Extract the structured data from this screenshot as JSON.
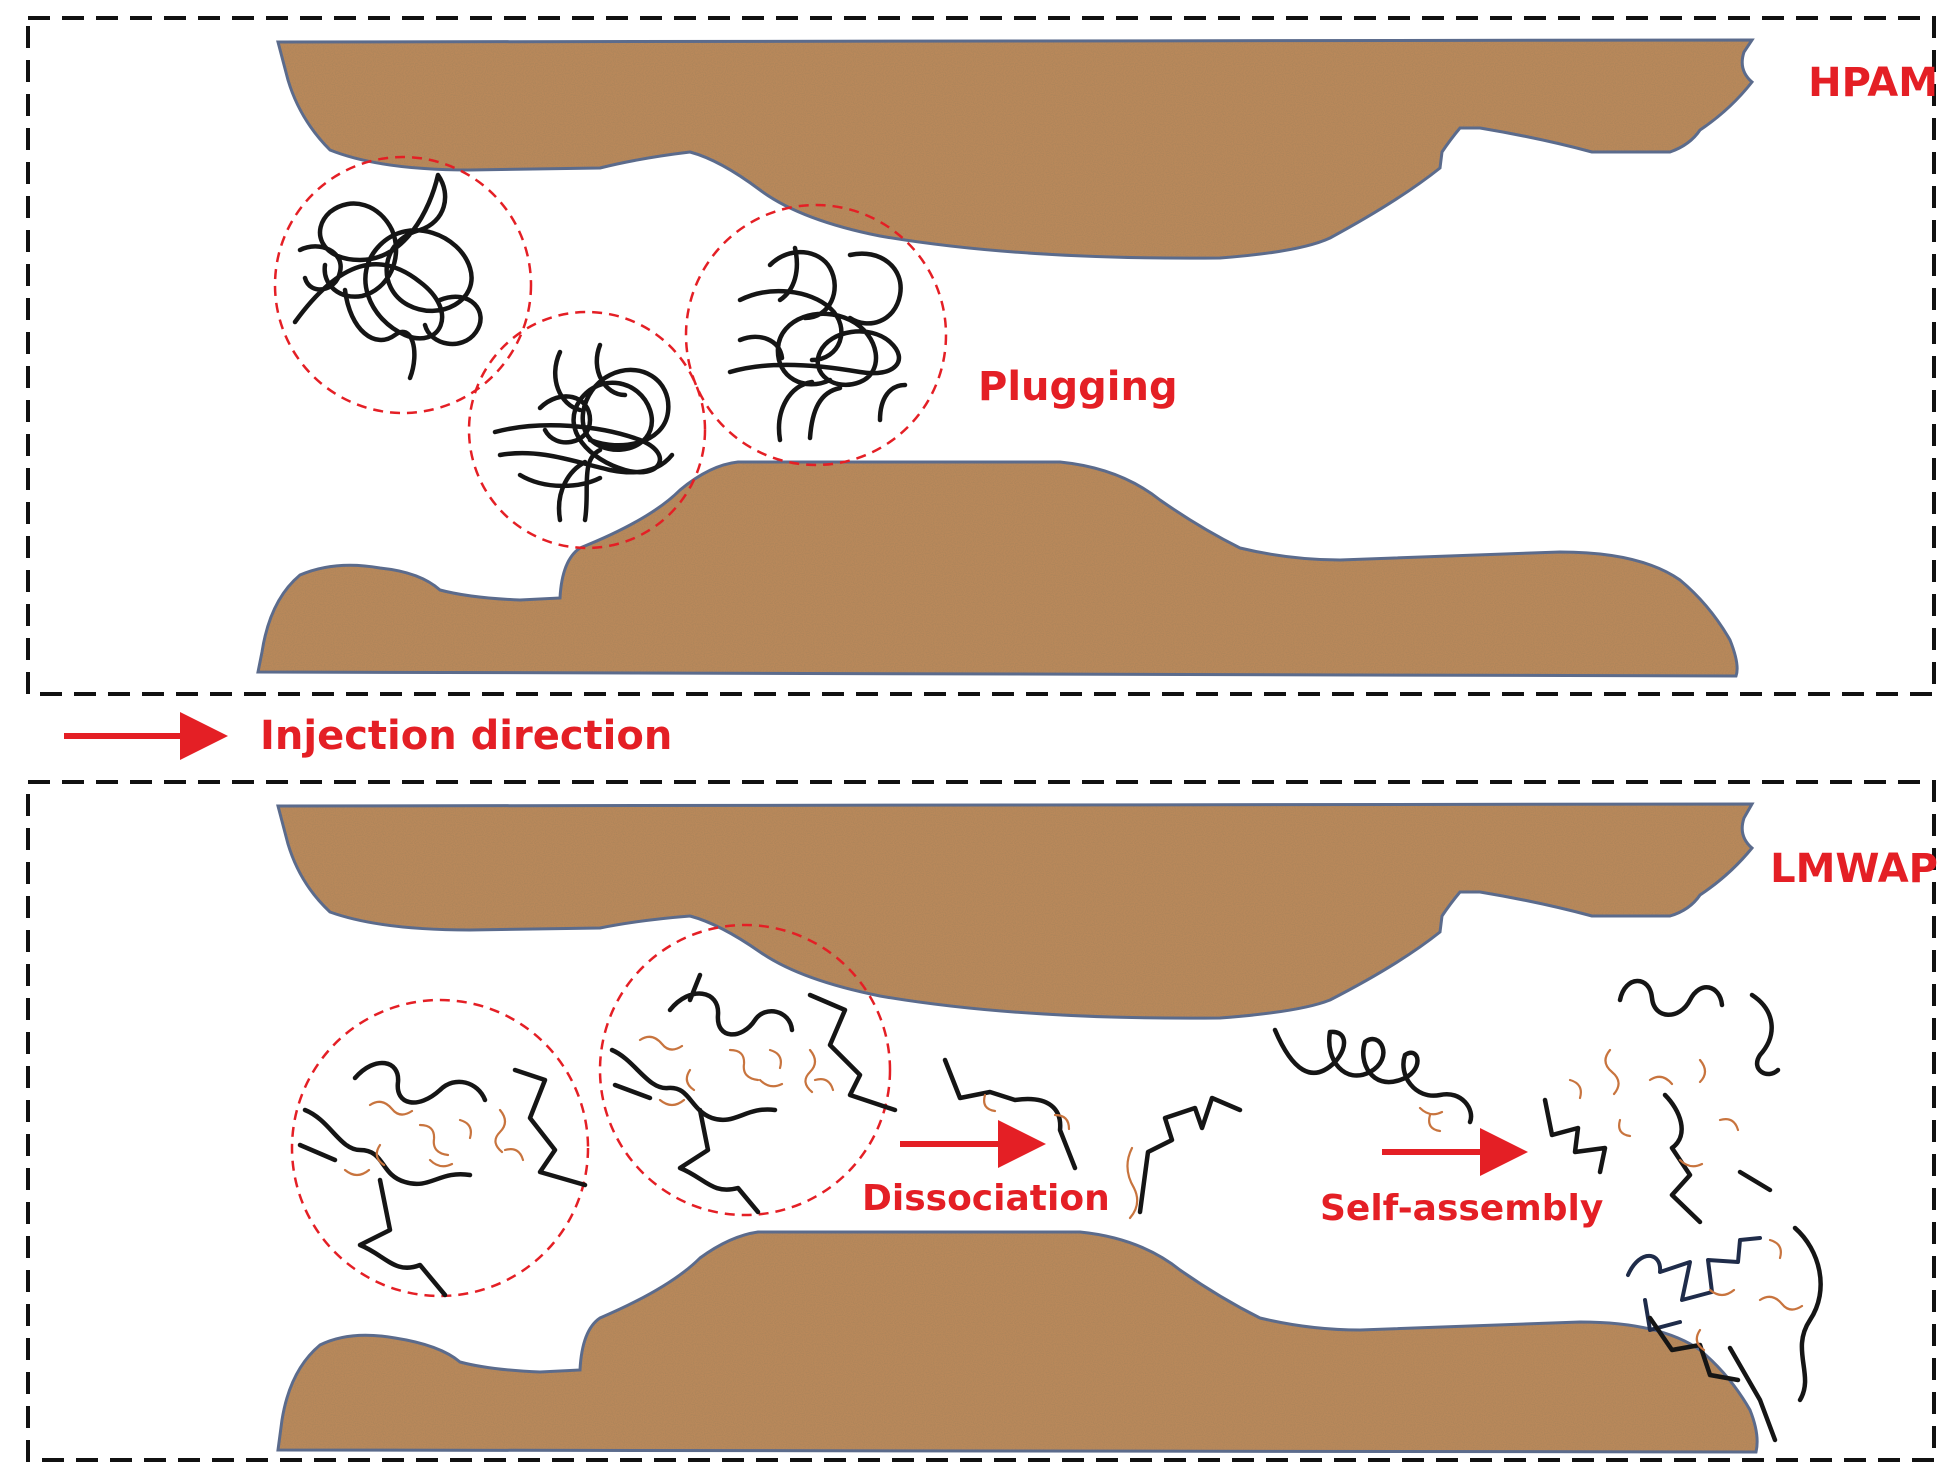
{
  "panels": {
    "top": {
      "label": "HPAM",
      "annotation": "Plugging"
    },
    "bottom": {
      "label": "LMWAP",
      "annotations": {
        "dissociation": "Dissociation",
        "self_assembly": "Self-assembly"
      }
    }
  },
  "legend": {
    "injection_direction": "Injection direction"
  },
  "colors": {
    "annotation_red": "#e41f25",
    "rock_brown": "#b5834e",
    "rock_outline": "#5b6b8c",
    "polymer_chain": "#151515",
    "side_chain": "#c8743e",
    "panel_border": "#111111"
  }
}
